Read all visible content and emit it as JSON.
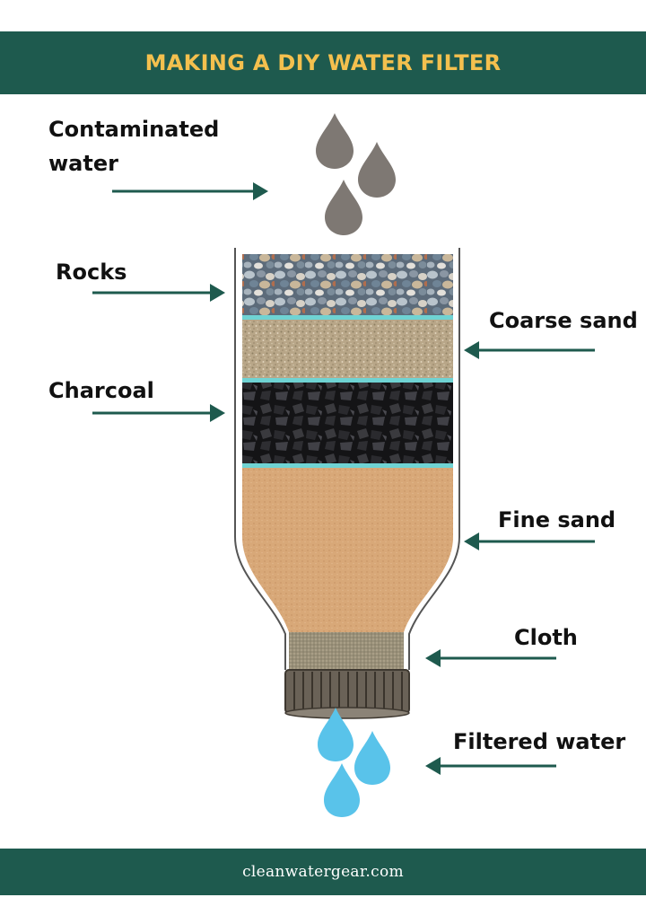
{
  "header": {
    "title": "MAKING A DIY WATER FILTER"
  },
  "labels": {
    "contaminated": "Contaminated\nwater",
    "rocks": "Rocks",
    "coarse_sand": "Coarse sand",
    "charcoal": "Charcoal",
    "fine_sand": "Fine sand",
    "cloth": "Cloth",
    "filtered": "Filtered water"
  },
  "footer": {
    "site": "cleanwatergear.com"
  },
  "colors": {
    "banner": "#1e5a4e",
    "title": "#f4c04e",
    "arrow": "#1e5a4e",
    "contaminated_drop": "#7e7873",
    "filtered_drop": "#59c3ea",
    "divider": "#6fd3d3",
    "charcoal": "#1c1c1e",
    "fine_sand": "#d8a878",
    "coarse_sand": "#b8a688",
    "cloth": "#a99f87"
  }
}
